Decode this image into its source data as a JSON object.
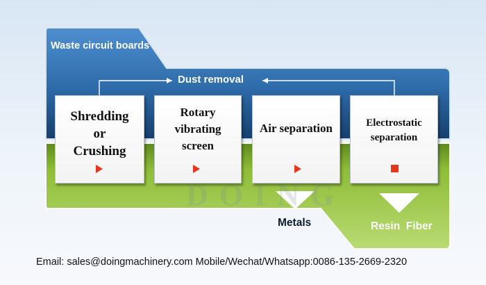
{
  "diagram": {
    "top_panel_label": "Waste circuit boards",
    "loop_label": "Dust removal",
    "stages": [
      {
        "label": "Shredding\nor\nCrushing",
        "marker": "play-arrow-icon"
      },
      {
        "label": "Rotary\nvibrating\nscreen",
        "marker": "play-arrow-icon"
      },
      {
        "label": "Air separation",
        "marker": "play-arrow-icon"
      },
      {
        "label": "Electrostatic\nseparation",
        "marker": "stop-square-icon"
      }
    ],
    "outputs": [
      "Metals",
      "Resin  Fiber"
    ],
    "watermark": "DOING"
  },
  "contact_line": "Email: sales@doingmachinery.com  Mobile/Wechat/Whatsapp:0086-135-2669-2320",
  "colors": {
    "top_panel": "#2f6fae",
    "bottom_panel": "#8fbf3a",
    "marker": "#e8361a",
    "output_triangle": "#ffffff"
  }
}
